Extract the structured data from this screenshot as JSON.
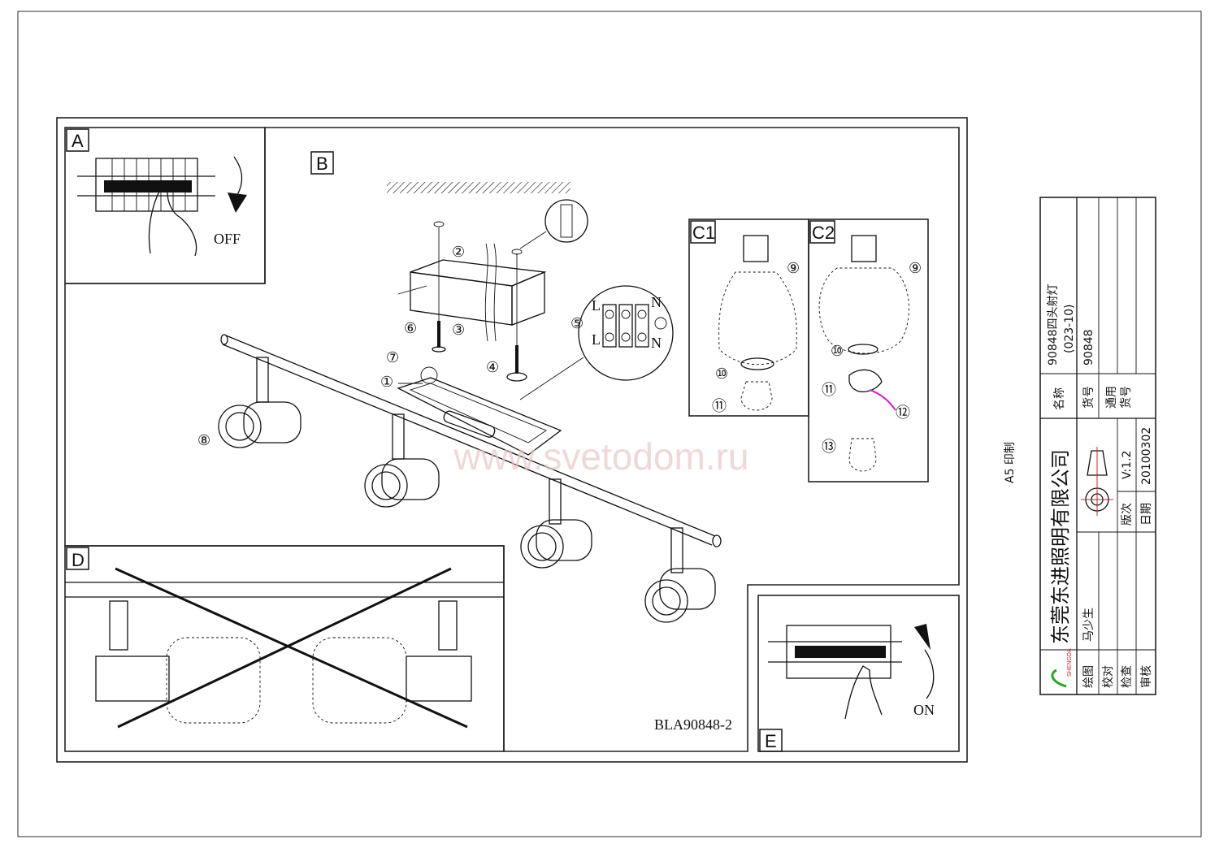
{
  "panels": {
    "a": "A",
    "b": "B",
    "c1": "C1",
    "c2": "C2",
    "d": "D",
    "e": "E"
  },
  "switch_states": {
    "off": "OFF",
    "on": "ON"
  },
  "drawing_code": "BLA90848-2",
  "print_note": "A5 印制",
  "watermark": "www.svetodom.ru",
  "terminal": {
    "live_top": "L",
    "live_bottom": "L",
    "neutral_top": "N",
    "neutral_bottom": "N"
  },
  "steps": [
    "①",
    "②",
    "③",
    "④",
    "⑤",
    "⑥",
    "⑦",
    "⑧",
    "⑨",
    "⑩",
    "⑪",
    "⑫",
    "⑬"
  ],
  "title_block": {
    "company": "东莞东进照明有限公司",
    "logo_text": "SHENGDA LIGHTING",
    "name_label": "名称",
    "product_name": "90848四头射灯",
    "product_code_paren": "(023-10)",
    "item_no_label": "货号",
    "item_no": "90848",
    "general_item_label_1": "通用",
    "general_item_label_2": "货号",
    "drawn_label": "绘图",
    "drawn_by": "马少生",
    "checked_label": "校对",
    "inspected_label": "检查",
    "approved_label": "审核",
    "version_label": "版次",
    "version": "V:1.2",
    "date_label": "日期",
    "date": "20100302"
  },
  "colors": {
    "accent_red": "#d62020",
    "arrow_magenta": "#d020d0",
    "logo_green": "#2aa52a"
  }
}
